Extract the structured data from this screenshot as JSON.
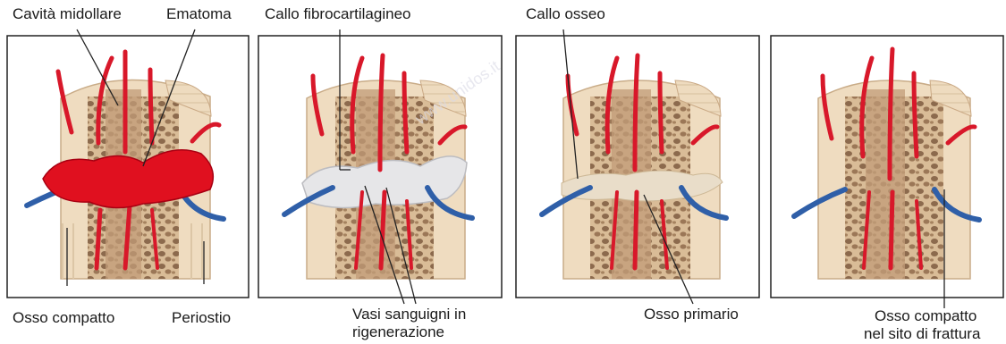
{
  "labels": {
    "medullary_cavity": "Cavità midollare",
    "hematoma": "Ematoma",
    "compact_bone": "Osso compatto",
    "periosteum": "Periostio",
    "fibrocartilaginous_callus": "Callo fibrocartilagineo",
    "regenerating_vessels_line1": "Vasi sanguigni in",
    "regenerating_vessels_line2": "rigenerazione",
    "bony_callus": "Callo osseo",
    "primary_bone": "Osso primario",
    "compact_bone_fracture_line1": "Osso compatto",
    "compact_bone_fracture_line2": "nel sito di frattura"
  },
  "watermark": "www.unidos.it",
  "colors": {
    "bone": "#efdcc0",
    "spongy": "#c9a27e",
    "artery": "#d8182a",
    "vein": "#2f5fa8",
    "callus": "#e4e4e6",
    "frame": "#222222"
  }
}
